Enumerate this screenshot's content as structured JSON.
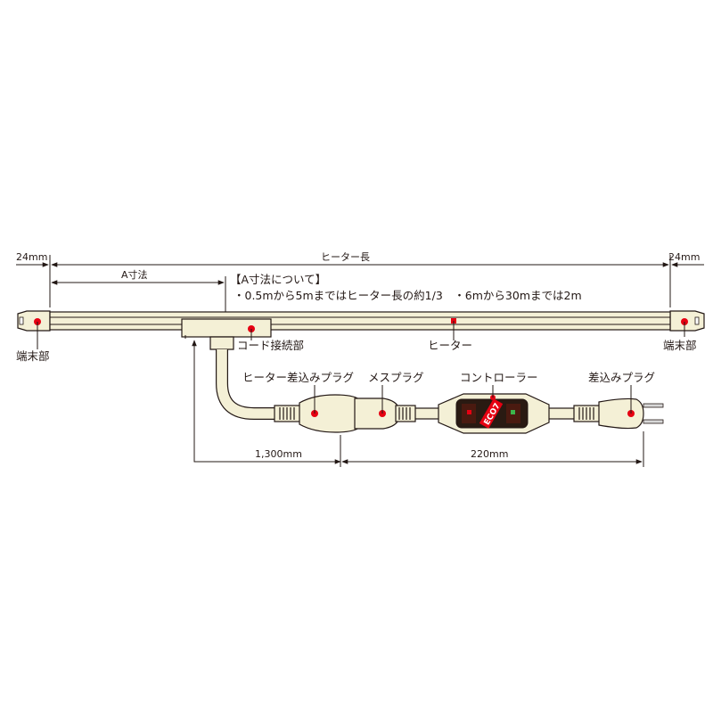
{
  "dimensions": {
    "left_end": "24mm",
    "right_end": "24mm",
    "heater_length": "ヒーター長",
    "a_dim": "A寸法",
    "cord_length": "1,300mm",
    "plug_length": "220mm"
  },
  "note": {
    "title": "【A寸法について】",
    "line": "・0.5mから5mまではヒーター長の約1/3　・6mから30mまでは2m"
  },
  "labels": {
    "terminal_left": "端末部",
    "terminal_right": "端末部",
    "cord_connection": "コード接続部",
    "heater": "ヒーター",
    "heater_plug": "ヒーター差込みプラグ",
    "female_plug": "メスプラグ",
    "controller": "コントローラー",
    "plug": "差込みプラグ"
  },
  "controller_face": {
    "brand": "ECO7"
  },
  "colors": {
    "marker": "#e60012",
    "body": "#f4f0d6",
    "line": "#231815",
    "led_green": "#3cb44b"
  }
}
